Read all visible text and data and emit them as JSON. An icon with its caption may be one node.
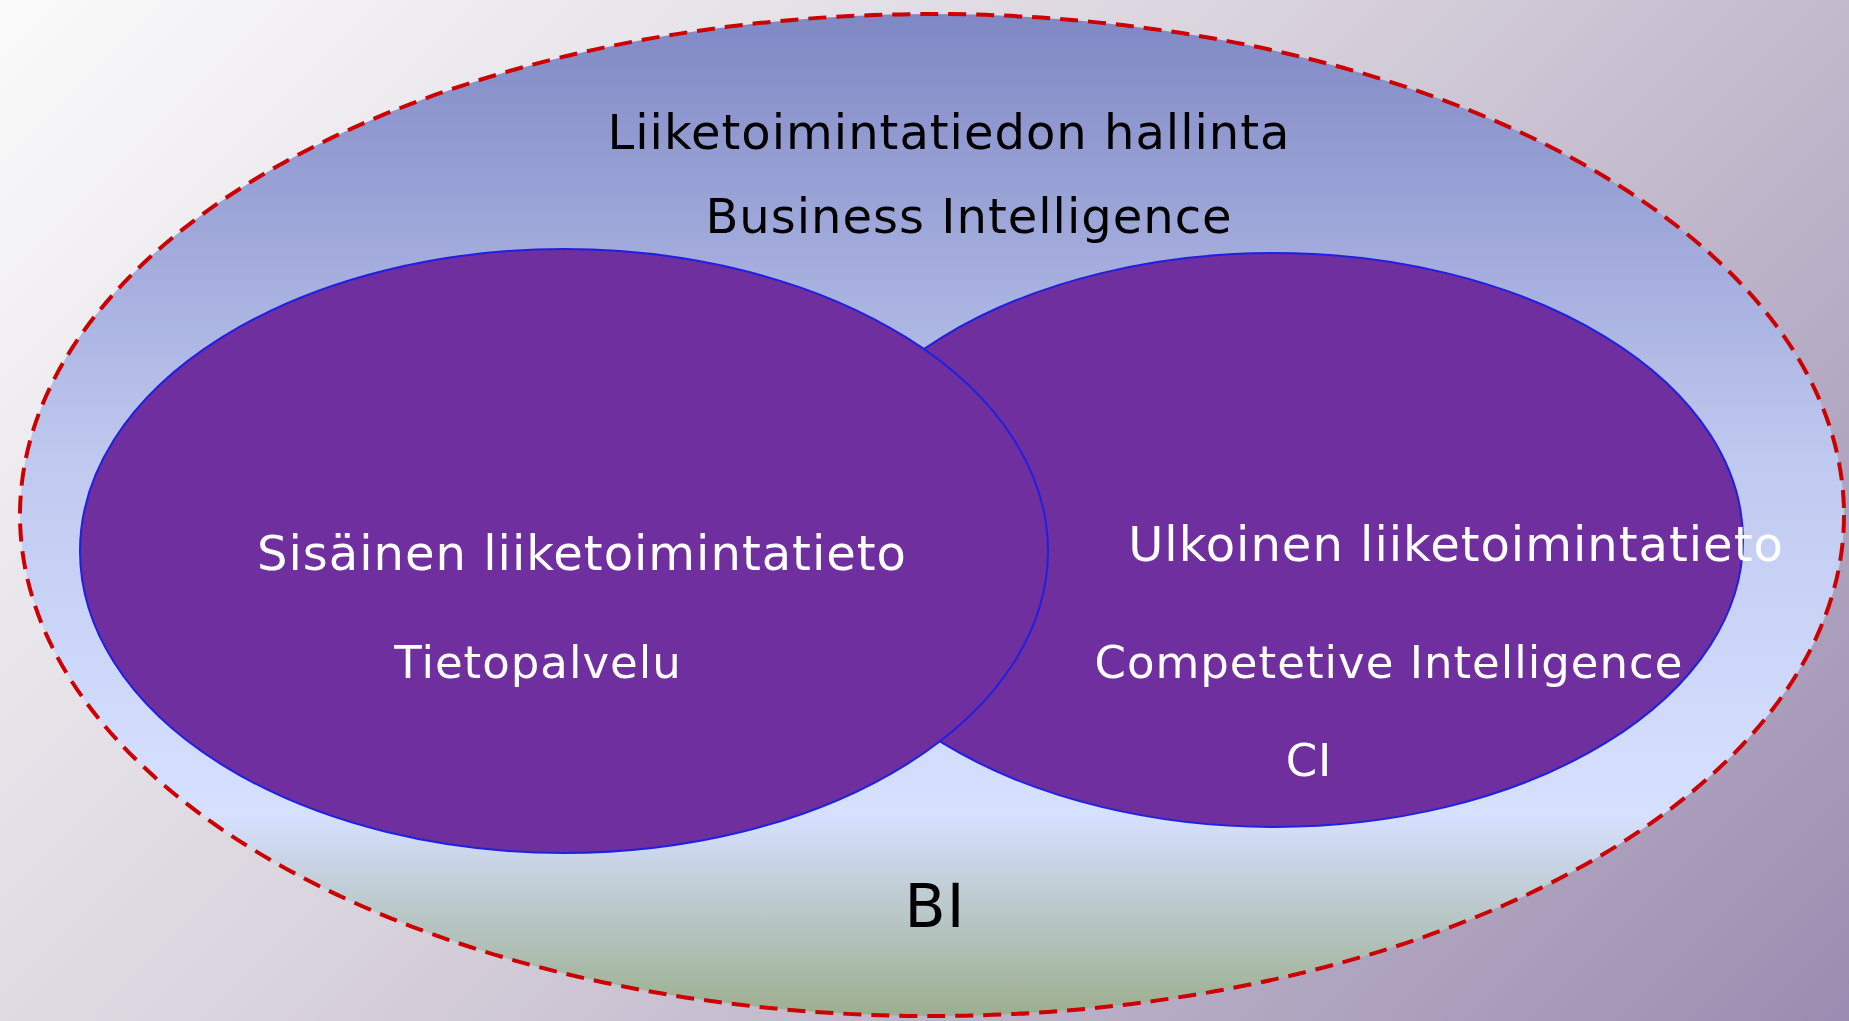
{
  "diagram": {
    "nodes": [
      {
        "text": [
          "Liiketoimintatiedon hallinta",
          "Business Intelligence",
          "BI"
        ]
      },
      {
        "text": [
          "Sisäinen liiketoimintatieto",
          "Tietopalvelu"
        ],
        "in": 0
      },
      {
        "text": [
          "Ulkoinen liiketoimintatieto",
          "Competetive Intelligence",
          "CI"
        ],
        "in": 0
      }
    ]
  }
}
